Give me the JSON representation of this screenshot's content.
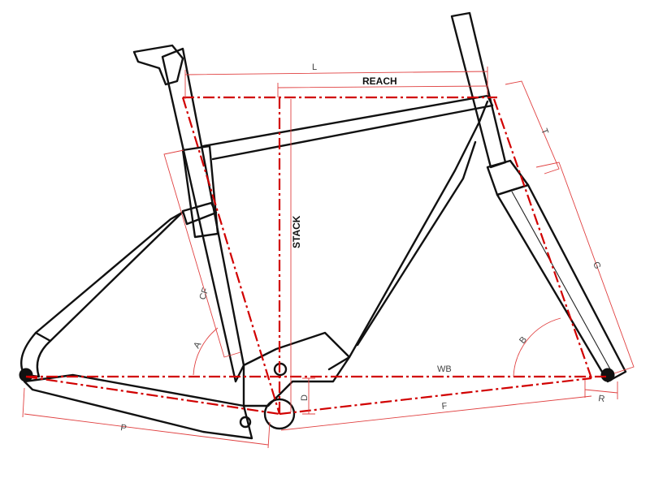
{
  "labels": {
    "l": "L",
    "reach": "REACH",
    "stack": "STACK",
    "t": "T",
    "g": "G",
    "cf": "CF",
    "a": "A",
    "b": "B",
    "wb": "WB",
    "d": "D",
    "f": "F",
    "p": "P",
    "r": "R"
  },
  "colors": {
    "geometry_line": "#d10000",
    "dimension_line": "#e04040",
    "frame": "#111111"
  }
}
